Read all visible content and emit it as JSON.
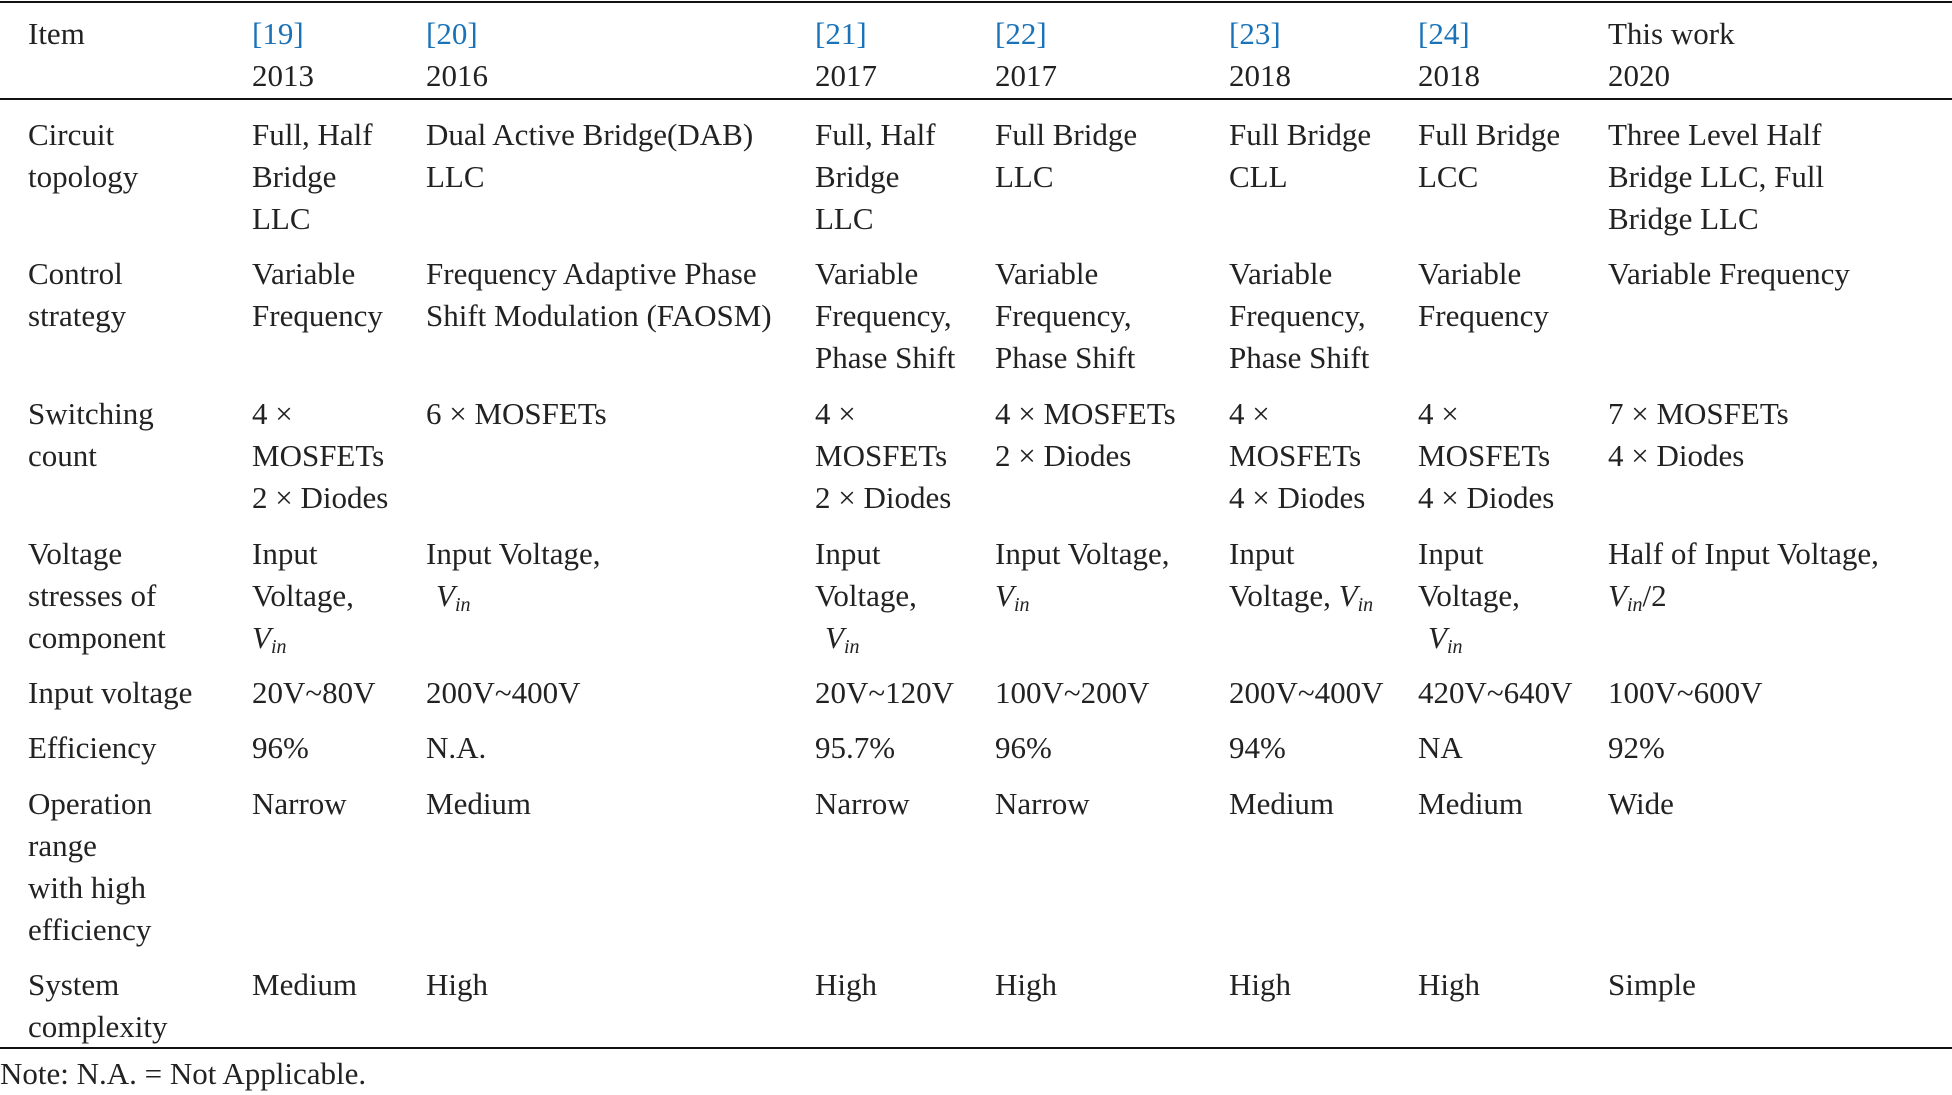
{
  "header": {
    "item_label": "Item",
    "columns": [
      {
        "ref": "[19]",
        "year": "2013"
      },
      {
        "ref": "[20]",
        "year": "2016"
      },
      {
        "ref": "[21]",
        "year": "2017"
      },
      {
        "ref": "[22]",
        "year": "2017"
      },
      {
        "ref": "[23]",
        "year": "2018"
      },
      {
        "ref": "[24]",
        "year": "2018"
      },
      {
        "ref": "This work",
        "year": "2020"
      }
    ]
  },
  "rows": [
    {
      "label": [
        "Circuit",
        "topology"
      ],
      "cells": [
        [
          "Full, Half",
          "Bridge",
          "LLC"
        ],
        [
          "Dual Active Bridge(DAB)",
          "LLC"
        ],
        [
          "Full, Half",
          "Bridge",
          "LLC"
        ],
        [
          "Full Bridge",
          "LLC"
        ],
        [
          "Full Bridge",
          "CLL"
        ],
        [
          "Full Bridge",
          "LCC"
        ],
        [
          "Three Level Half",
          "Bridge LLC, Full",
          "Bridge LLC"
        ]
      ]
    },
    {
      "label": [
        "Control",
        "strategy"
      ],
      "cells": [
        [
          "Variable",
          "Frequency"
        ],
        [
          "Frequency Adaptive Phase",
          "Shift Modulation (FAOSM)"
        ],
        [
          "Variable",
          "Frequency,",
          "Phase Shift"
        ],
        [
          "Variable",
          "Frequency,",
          "Phase Shift"
        ],
        [
          "Variable",
          "Frequency,",
          "Phase Shift"
        ],
        [
          "Variable",
          "Frequency"
        ],
        [
          "Variable Frequency"
        ]
      ]
    },
    {
      "label": [
        "Switching",
        "count"
      ],
      "cells": [
        [
          "4 ×",
          "MOSFETs",
          "2 × Diodes"
        ],
        [
          "6 × MOSFETs"
        ],
        [
          "4 ×",
          "MOSFETs",
          "2 × Diodes"
        ],
        [
          "4 × MOSFETs",
          "2 × Diodes"
        ],
        [
          "4 ×",
          "MOSFETs",
          "4 × Diodes"
        ],
        [
          "4 ×",
          "MOSFETs",
          "4 × Diodes"
        ],
        [
          "7 × MOSFETs",
          "4 × Diodes"
        ]
      ]
    },
    {
      "label": [
        "Voltage",
        "stresses of",
        "component"
      ],
      "cells": [
        {
          "pre": [
            "Input",
            "Voltage,"
          ],
          "sym": "V",
          "sub": "in",
          "post": "",
          "sym_line": 3,
          "indent": false
        },
        {
          "pre": [
            "Input Voltage,"
          ],
          "sym": "V",
          "sub": "in",
          "post": "",
          "sym_line": 2,
          "indent": true
        },
        {
          "pre": [
            "Input",
            "Voltage,"
          ],
          "sym": "V",
          "sub": "in",
          "post": "",
          "sym_line": 3,
          "indent": true
        },
        {
          "pre": [
            "Input Voltage,"
          ],
          "sym": "V",
          "sub": "in",
          "post": "",
          "sym_line": 2,
          "indent": false
        },
        {
          "pre": [
            "Input",
            "Voltage,"
          ],
          "sym": "V",
          "sub": "in",
          "post": "",
          "sym_line": 2,
          "indent": false
        },
        {
          "pre": [
            "Input",
            "Voltage,"
          ],
          "sym": "V",
          "sub": "in",
          "post": "",
          "sym_line": 3,
          "indent": true
        },
        {
          "pre": [
            "Half of Input Voltage,"
          ],
          "sym": "V",
          "sub": "in",
          "post": "/2",
          "sym_line": 2,
          "indent": false
        }
      ]
    },
    {
      "label": [
        "Input voltage"
      ],
      "cells": [
        [
          "20V~80V"
        ],
        [
          "200V~400V"
        ],
        [
          "20V~120V"
        ],
        [
          "100V~200V"
        ],
        [
          "200V~400V"
        ],
        [
          "420V~640V"
        ],
        [
          "100V~600V"
        ]
      ]
    },
    {
      "label": [
        "Efficiency"
      ],
      "cells": [
        [
          "96%"
        ],
        [
          "N.A."
        ],
        [
          "95.7%"
        ],
        [
          "96%"
        ],
        [
          "94%"
        ],
        [
          "NA"
        ],
        [
          "92%"
        ]
      ]
    },
    {
      "label": [
        "Operation",
        "range",
        "with high",
        "efficiency"
      ],
      "cells": [
        [
          "Narrow"
        ],
        [
          "Medium"
        ],
        [
          "Narrow"
        ],
        [
          "Narrow"
        ],
        [
          "Medium"
        ],
        [
          "Medium"
        ],
        [
          "Wide"
        ]
      ]
    },
    {
      "label": [
        "System",
        "complexity"
      ],
      "cells": [
        [
          "Medium"
        ],
        [
          "High"
        ],
        [
          "High"
        ],
        [
          "High"
        ],
        [
          "High"
        ],
        [
          "High"
        ],
        [
          "Simple"
        ]
      ]
    }
  ],
  "note": "Note: N.A. = Not Applicable.",
  "colors": {
    "reference_link": "#1a73b8",
    "text": "#222222",
    "rule": "#111111"
  }
}
